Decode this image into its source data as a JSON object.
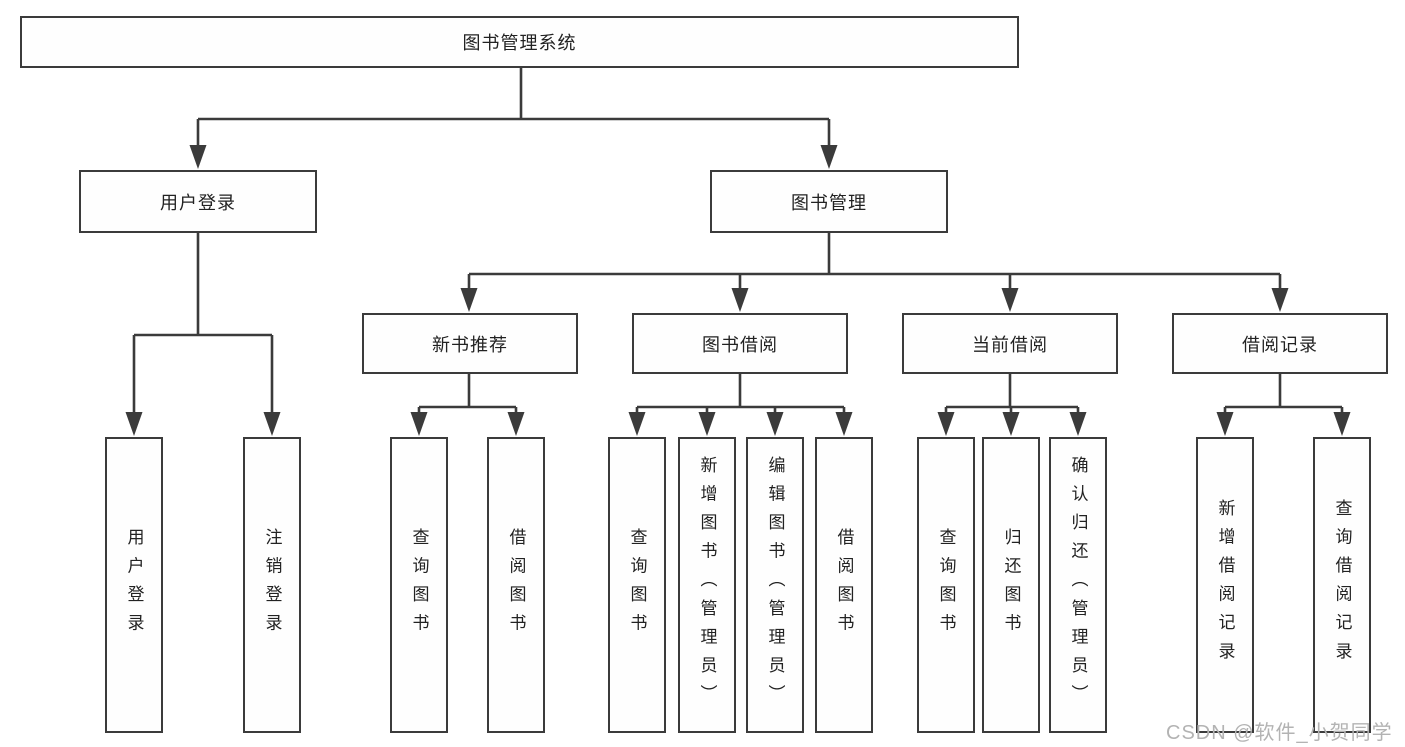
{
  "diagram": {
    "title_node": "图书管理系统",
    "root": {
      "label": "图书管理系统",
      "children": [
        {
          "label": "用户登录",
          "children": [
            {
              "label": "用户登录"
            },
            {
              "label": "注销登录"
            }
          ]
        },
        {
          "label": "图书管理",
          "children": [
            {
              "label": "新书推荐",
              "children": [
                {
                  "label": "查询图书"
                },
                {
                  "label": "借阅图书"
                }
              ]
            },
            {
              "label": "图书借阅",
              "children": [
                {
                  "label": "查询图书"
                },
                {
                  "label": "新增图书（管理员）"
                },
                {
                  "label": "编辑图书（管理员）"
                },
                {
                  "label": "借阅图书"
                }
              ]
            },
            {
              "label": "当前借阅",
              "children": [
                {
                  "label": "查询图书"
                },
                {
                  "label": "归还图书"
                },
                {
                  "label": "确认归还（管理员）"
                }
              ]
            },
            {
              "label": "借阅记录",
              "children": [
                {
                  "label": "新增借阅记录"
                },
                {
                  "label": "查询借阅记录"
                }
              ]
            }
          ]
        }
      ]
    },
    "colors": {
      "line": "#3b3b3b",
      "text": "#222222",
      "box_background": "#fefefe",
      "watermark": "#b3b3b3"
    },
    "watermark": "CSDN @软件_小贺同学"
  }
}
